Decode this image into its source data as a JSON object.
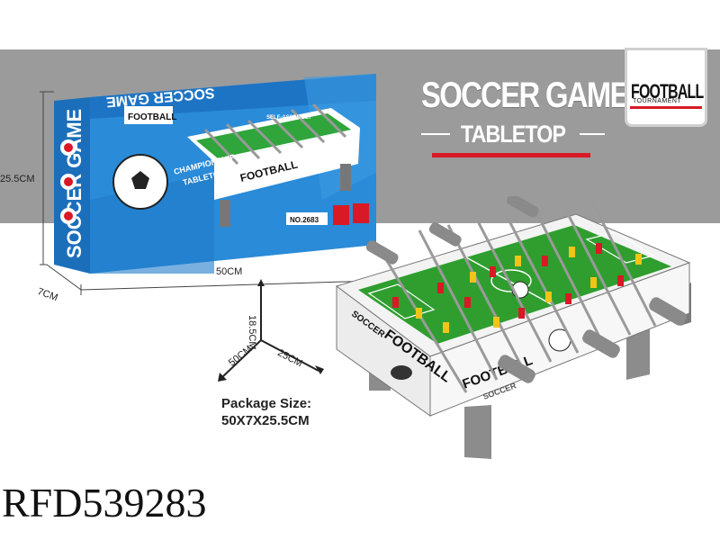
{
  "header": {
    "title": "SOCCER GAME",
    "subtitle": "TABLETOP"
  },
  "badge": {
    "title": "FOOTBALL",
    "subtitle": "TOURNAMENT"
  },
  "box": {
    "brand_label": "FOOTBALL",
    "side_title": "SOCCER GAME",
    "flip_title": "SOCCER GAME",
    "self_assembly": "SELF-ASSEMBLY",
    "championship": "CHAMPIONSHIP",
    "tabletop": "TABLETOP",
    "table_label": "FOOTBALL",
    "item_no": "NO.2683",
    "height_dim": "25.5CM",
    "width_dim": "50CM",
    "depth_dim": "7CM"
  },
  "dimensions": {
    "height": "18.5CM",
    "depth": "50CM",
    "width": "25CM"
  },
  "package": {
    "label": "Package Size:",
    "value": "50X7X25.5CM"
  },
  "table": {
    "side_label_1": "SOCCER",
    "side_label_2": "FOOTBALL",
    "front_label": "FOOTBALL",
    "front_label_2": "SOCCER"
  },
  "product_code": "RFD539283",
  "colors": {
    "banner": "#9b9b9b",
    "box_blue": "#1e7fd0",
    "accent_red": "#d81a26",
    "field_green": "#2f9e2f",
    "rod_gray": "#8a8a8a"
  }
}
